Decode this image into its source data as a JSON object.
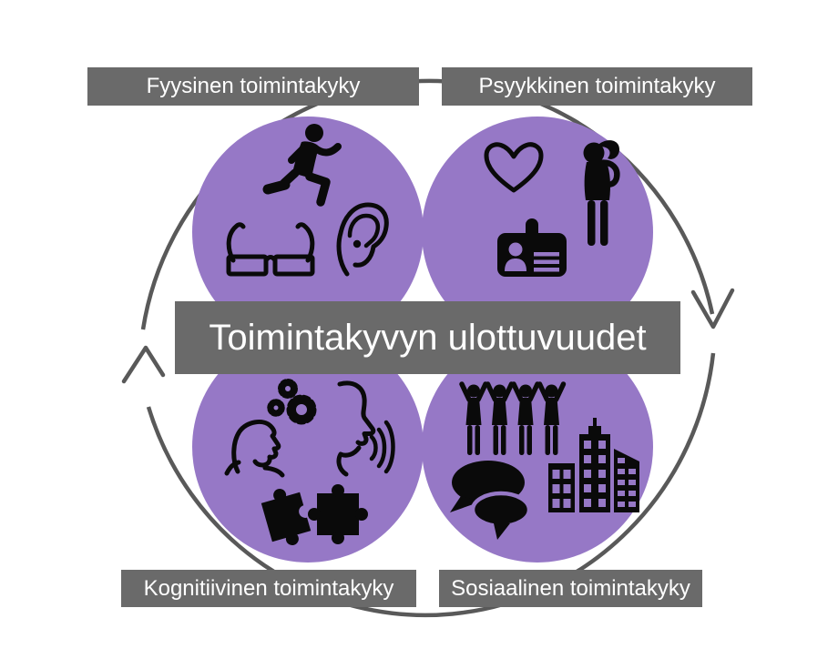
{
  "title": {
    "center_label": "Toimintakyvyn ulottuvuudet"
  },
  "quadrants": [
    {
      "id": "fyysinen",
      "label": "Fyysinen toimintakyky",
      "position": "top-left",
      "icons": [
        "running-person-icon",
        "eyeglasses-icon",
        "ear-icon"
      ]
    },
    {
      "id": "psyykkinen",
      "label": "Psyykkinen toimintakyky",
      "position": "top-right",
      "icons": [
        "heart-icon",
        "person-thinking-icon",
        "id-card-icon"
      ]
    },
    {
      "id": "kognitiivinen",
      "label": "Kognitiivinen toimintakyky",
      "position": "bottom-left",
      "icons": [
        "gears-icon",
        "head-profile-icon",
        "talking-mouth-icon",
        "puzzle-pieces-icon"
      ]
    },
    {
      "id": "sosiaalinen",
      "label": "Sosiaalinen toimintakyky",
      "position": "bottom-right",
      "icons": [
        "people-celebrating-icon",
        "speech-bubbles-icon",
        "city-buildings-icon"
      ]
    }
  ],
  "arrows": {
    "direction": "clockwise",
    "count": 2
  },
  "colors": {
    "purple": "#9678c6",
    "banner": "#6a6a6a",
    "arrow": "#595959",
    "ink": "#0a0a0a",
    "text": "#ffffff"
  }
}
